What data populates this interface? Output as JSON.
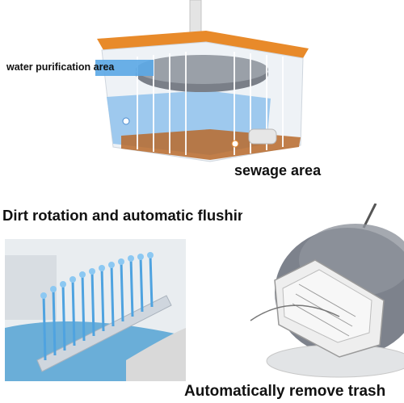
{
  "labels": {
    "water_purification": "water purification area",
    "sewage": "sewage area"
  },
  "headings": {
    "middle": "Dirt rotation and automatic flushing",
    "bottom": "Automatically remove trash"
  },
  "colors": {
    "orange_rim": "#e88a2a",
    "clean_water": "#7fb7e6",
    "sewage_water": "#b86a2a",
    "grey_mop": "#7a7f88"
  }
}
